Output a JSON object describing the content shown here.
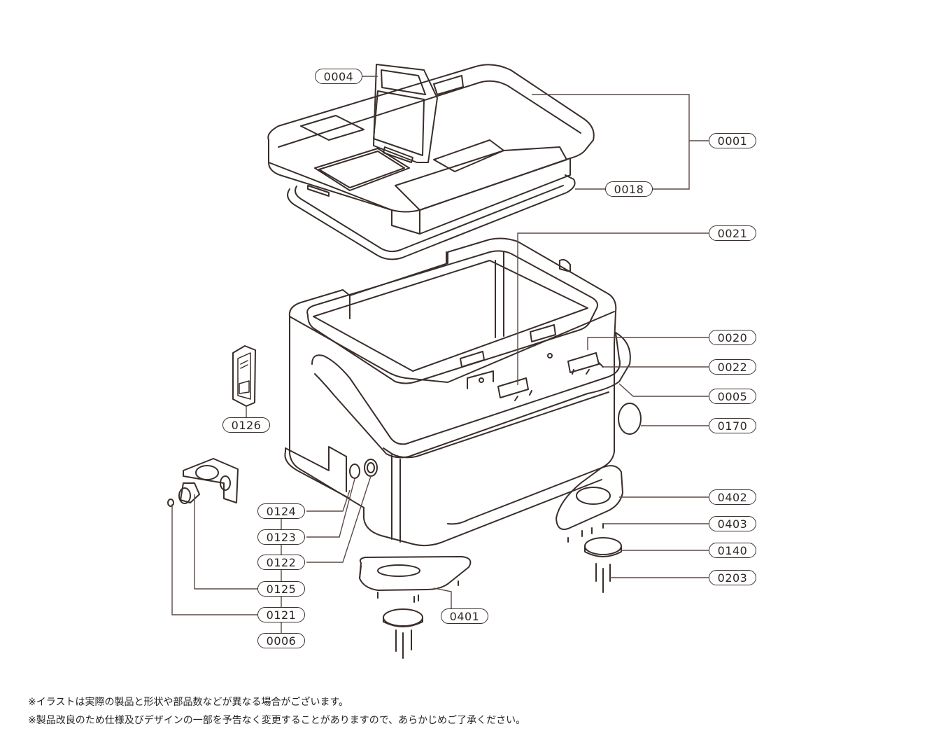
{
  "callouts": {
    "p0004": "0004",
    "p0001": "0001",
    "p0018": "0018",
    "p0021": "0021",
    "p0020": "0020",
    "p0022": "0022",
    "p0005": "0005",
    "p0170": "0170",
    "p0126": "0126",
    "p0402": "0402",
    "p0403": "0403",
    "p0140": "0140",
    "p0203": "0203",
    "p0124": "0124",
    "p0123": "0123",
    "p0122": "0122",
    "p0125": "0125",
    "p0121": "0121",
    "p0006": "0006",
    "p0401": "0401"
  },
  "notes": [
    "※イラストは実際の製品と形状や部品数などが異なる場合がございます。",
    "※製品改良のため仕様及びデザインの一部を予告なく変更することがありますので、あらかじめご了承ください。"
  ],
  "colors": {
    "line": "#3a2e2a",
    "leader": "#5a4a45"
  }
}
